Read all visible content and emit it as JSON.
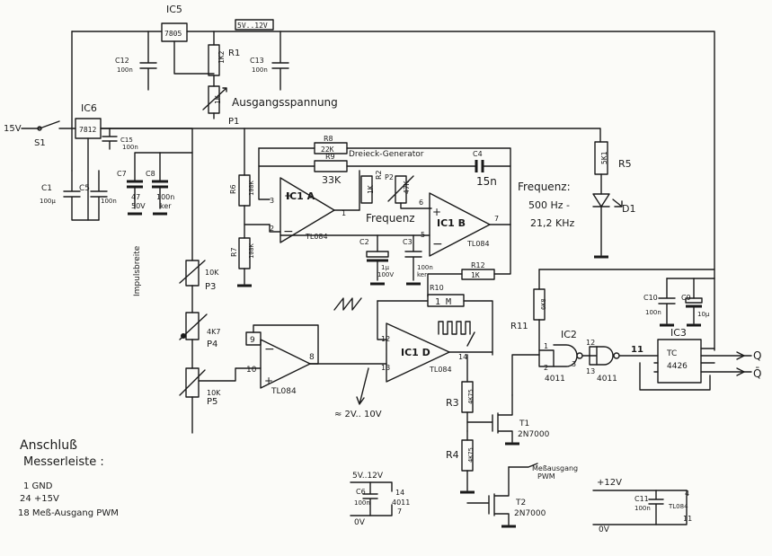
{
  "ic5": {
    "name": "IC5",
    "part": "7805",
    "rail": "5V..12V"
  },
  "ic6": {
    "name": "IC6",
    "part": "7812"
  },
  "supply": {
    "input": "15V",
    "switch": "S1"
  },
  "r1": {
    "name": "R1",
    "value": "1K2"
  },
  "p1": {
    "name": "P1",
    "value": "1K",
    "label": "Ausgangsspannung"
  },
  "c12": {
    "name": "C12",
    "value": "100n"
  },
  "c13": {
    "name": "C13",
    "value": "100n"
  },
  "c15": {
    "name": "C15",
    "value": "100n"
  },
  "c1": {
    "name": "C1",
    "value": "100µ"
  },
  "c5": {
    "name": "C5",
    "value": "100n"
  },
  "c7": {
    "name": "C7",
    "value": "47",
    "rating": "50V"
  },
  "c8": {
    "name": "C8",
    "value": "100n",
    "type": "ker"
  },
  "pulse_label": "Impulsbreite",
  "p3": {
    "name": "P3",
    "value": "10K"
  },
  "p4": {
    "name": "P4",
    "value": "4K7"
  },
  "p5": {
    "name": "P5",
    "value": "10K"
  },
  "r6": {
    "name": "R6",
    "value": "100K"
  },
  "r7": {
    "name": "R7",
    "value": "100K"
  },
  "r8": {
    "name": "R8",
    "value": "22K"
  },
  "r9": {
    "name": "R9",
    "value": "33K"
  },
  "r2": {
    "name": "R2",
    "value": "1K"
  },
  "p2": {
    "name": "P2",
    "value": "47K"
  },
  "c4": {
    "name": "C4",
    "value": "15n"
  },
  "generator_label": "Dreieck-Generator",
  "frequency_label": "Frequenz",
  "frequency_range": {
    "title": "Frequenz:",
    "low": "500 Hz -",
    "high": "21,2 KHz"
  },
  "ic1a": {
    "name": "IC1 A",
    "part": "TL084",
    "pin_plus": "3",
    "pin_minus": "2",
    "pin_out": "1"
  },
  "ic1b": {
    "name": "IC1 B",
    "part": "TL084",
    "pin_plus": "6",
    "pin_minus": "5",
    "pin_out": "7"
  },
  "c2": {
    "name": "C2",
    "value": "1µ",
    "rating": "100V"
  },
  "c3": {
    "name": "C3",
    "value": "100n",
    "type": "ker"
  },
  "r12": {
    "name": "R12",
    "value": "1K"
  },
  "r10": {
    "name": "R10",
    "value": "1 M"
  },
  "r5": {
    "name": "R5",
    "value": "5K1"
  },
  "d1": {
    "name": "D1"
  },
  "ic1d": {
    "name": "IC1 D",
    "part": "TL084",
    "pin_minus": "12",
    "pin_plus": "13",
    "pin_out": "14"
  },
  "ic1c": {
    "part": "TL084",
    "pin_minus": "9",
    "pin_plus": "10",
    "pin_out": "8"
  },
  "voltage_label": "≈ 2V.. 10V",
  "r11": {
    "name": "R11",
    "value": "6K8"
  },
  "c10": {
    "name": "C10",
    "value": "100n"
  },
  "c9": {
    "name": "C9",
    "value": "10µ"
  },
  "ic2": {
    "name": "IC2",
    "part": "4011",
    "pins": [
      "1",
      "2",
      "3",
      "12",
      "13",
      "11"
    ]
  },
  "ic3": {
    "name": "IC3",
    "part": "4426",
    "inner": "TC"
  },
  "outputs": {
    "q": "Q",
    "qbar": "Q̄"
  },
  "r3": {
    "name": "R3",
    "value": "4K75"
  },
  "r4": {
    "name": "R4",
    "value": "4K75"
  },
  "t1": {
    "name": "T1",
    "part": "2N7000"
  },
  "t2": {
    "name": "T2",
    "part": "2N7000"
  },
  "meas_out_label": [
    "Meßausgang",
    "PWM"
  ],
  "c6_block": {
    "rail": "5V..12V",
    "name": "C6",
    "value": "100n",
    "ic": "4011",
    "pin_top": "14",
    "pin_bot": "7",
    "gnd": "0V"
  },
  "c11_block": {
    "rail": "+12V",
    "name": "C11",
    "value": "100n",
    "ic": "TL084",
    "pin_top": "4",
    "pin_bot": "11",
    "gnd": "0V"
  },
  "connector": {
    "title": "Anschluß",
    "subtitle": "Messerleiste :",
    "pins": [
      "1   GND",
      "24   +15V",
      "18   Meß-Ausgang PWM"
    ]
  }
}
